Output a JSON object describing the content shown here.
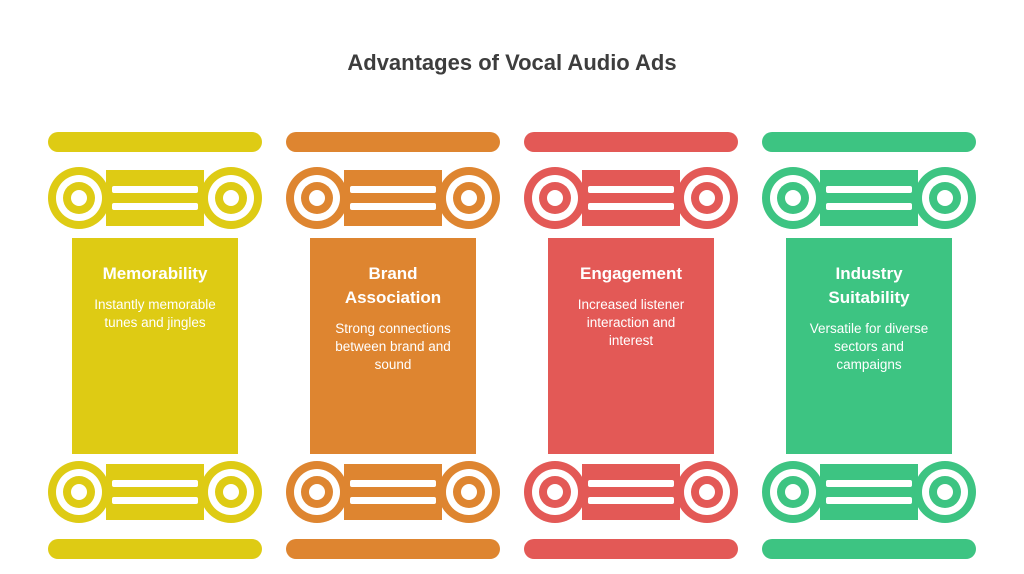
{
  "title": "Advantages of Vocal Audio Ads",
  "pillars": [
    {
      "title_lines": [
        "Memorability"
      ],
      "description_lines": [
        "Instantly memorable",
        "tunes and jingles"
      ],
      "color": "#DECB14"
    },
    {
      "title_lines": [
        "Brand",
        "Association"
      ],
      "description_lines": [
        "Strong connections",
        "between brand and",
        "sound"
      ],
      "color": "#DE8530"
    },
    {
      "title_lines": [
        "Engagement"
      ],
      "description_lines": [
        "Increased listener",
        "interaction and",
        "interest"
      ],
      "color": "#E35956"
    },
    {
      "title_lines": [
        "Industry",
        "Suitability"
      ],
      "description_lines": [
        "Versatile for diverse",
        "sectors and",
        "campaigns"
      ],
      "color": "#3DC482"
    }
  ]
}
